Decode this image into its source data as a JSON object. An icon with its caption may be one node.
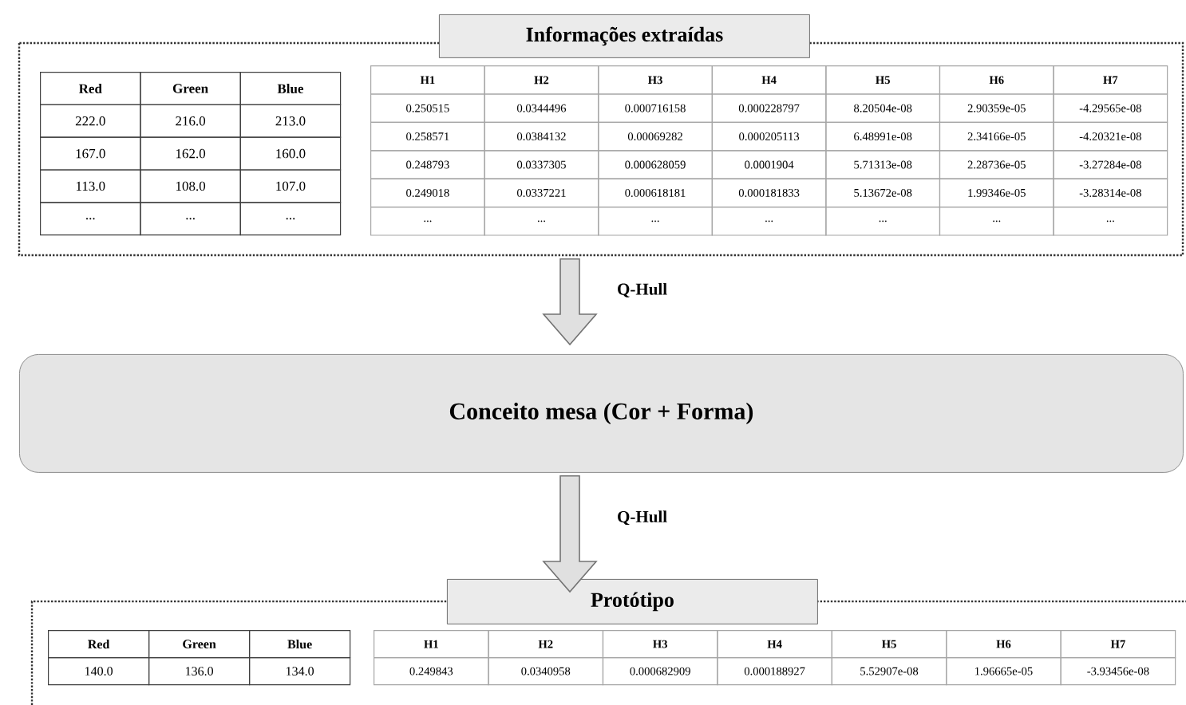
{
  "diagram": {
    "nodes": [
      {
        "text": [
          "Informações extraídas"
        ]
      },
      {
        "text": [
          "Conceito mesa (Cor + Forma)"
        ]
      },
      {
        "text": [
          "Protótipo"
        ]
      }
    ],
    "edges": [
      {
        "from": 0,
        "to": 1,
        "arrow": "to",
        "label": "Q-Hull"
      },
      {
        "from": 1,
        "to": 2,
        "arrow": "to",
        "label": "Q-Hull"
      }
    ],
    "labels": [
      "Red",
      "Green",
      "Blue",
      "222.0",
      "216.0",
      "213.0",
      "167.0",
      "162.0",
      "160.0",
      "113.0",
      "108.0",
      "107.0",
      "...",
      "...",
      "...",
      "H1",
      "H2",
      "H3",
      "H4",
      "H5",
      "H6",
      "H7",
      "0.250515",
      "0.0344496",
      "0.000716158",
      "0.000228797",
      "8.20504e-08",
      "2.90359e-05",
      "-4.29565e-08",
      "0.258571",
      "0.0384132",
      "0.00069282",
      "0.000205113",
      "6.48991e-08",
      "2.34166e-05",
      "-4.20321e-08",
      "0.248793",
      "0.0337305",
      "0.000628059",
      "0.0001904",
      "5.71313e-08",
      "2.28736e-05",
      "-3.27284e-08",
      "0.249018",
      "0.0337221",
      "0.000618181",
      "0.000181833",
      "5.13672e-08",
      "1.99346e-05",
      "-3.28314e-08",
      "...",
      "...",
      "...",
      "...",
      "...",
      "...",
      "...",
      "Red",
      "Green",
      "Blue",
      "140.0",
      "136.0",
      "134.0",
      "H1",
      "H2",
      "H3",
      "H4",
      "H5",
      "H6",
      "H7",
      "0.249843",
      "0.0340958",
      "0.000682909",
      "0.000188927",
      "5.52907e-08",
      "1.96665e-05",
      "-3.93456e-08"
    ]
  }
}
